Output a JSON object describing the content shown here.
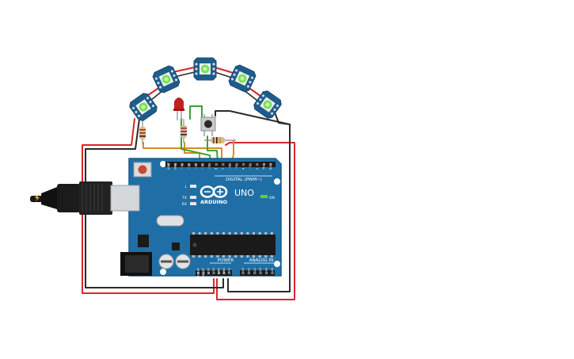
{
  "board": {
    "brand": "ARDUINO",
    "model": "UNO",
    "digital_label": "DIGITAL (PWM~)",
    "power_label": "POWER",
    "analog_label": "ANALOG IN",
    "on_label": "ON",
    "led_labels": {
      "l": "L",
      "tx": "TX",
      "rx": "RX"
    },
    "digital_pins": [
      "AREF",
      "GND",
      "~13",
      "~12",
      "~11",
      "~10",
      "~9",
      "8",
      "7",
      "~6",
      "~5",
      "4",
      "~3",
      "2",
      "TX 1",
      "RX 0"
    ],
    "power_pins": [
      "IOREF",
      "RESET",
      "3.3V",
      "5V",
      "GND",
      "GND",
      "Vin"
    ],
    "analog_pins": [
      "A0",
      "A1",
      "A2",
      "A3",
      "A4",
      "A5"
    ]
  },
  "colors": {
    "board": "#1f6fa6",
    "board_edge": "#185b8a",
    "wire_red": "#d9262c",
    "wire_black": "#2b2b2b",
    "wire_orange": "#d78b20",
    "wire_green": "#3aa335",
    "pixel_board": "#1e5c8c",
    "pixel_led": "#7ddf5a"
  },
  "neopixels": 5
}
